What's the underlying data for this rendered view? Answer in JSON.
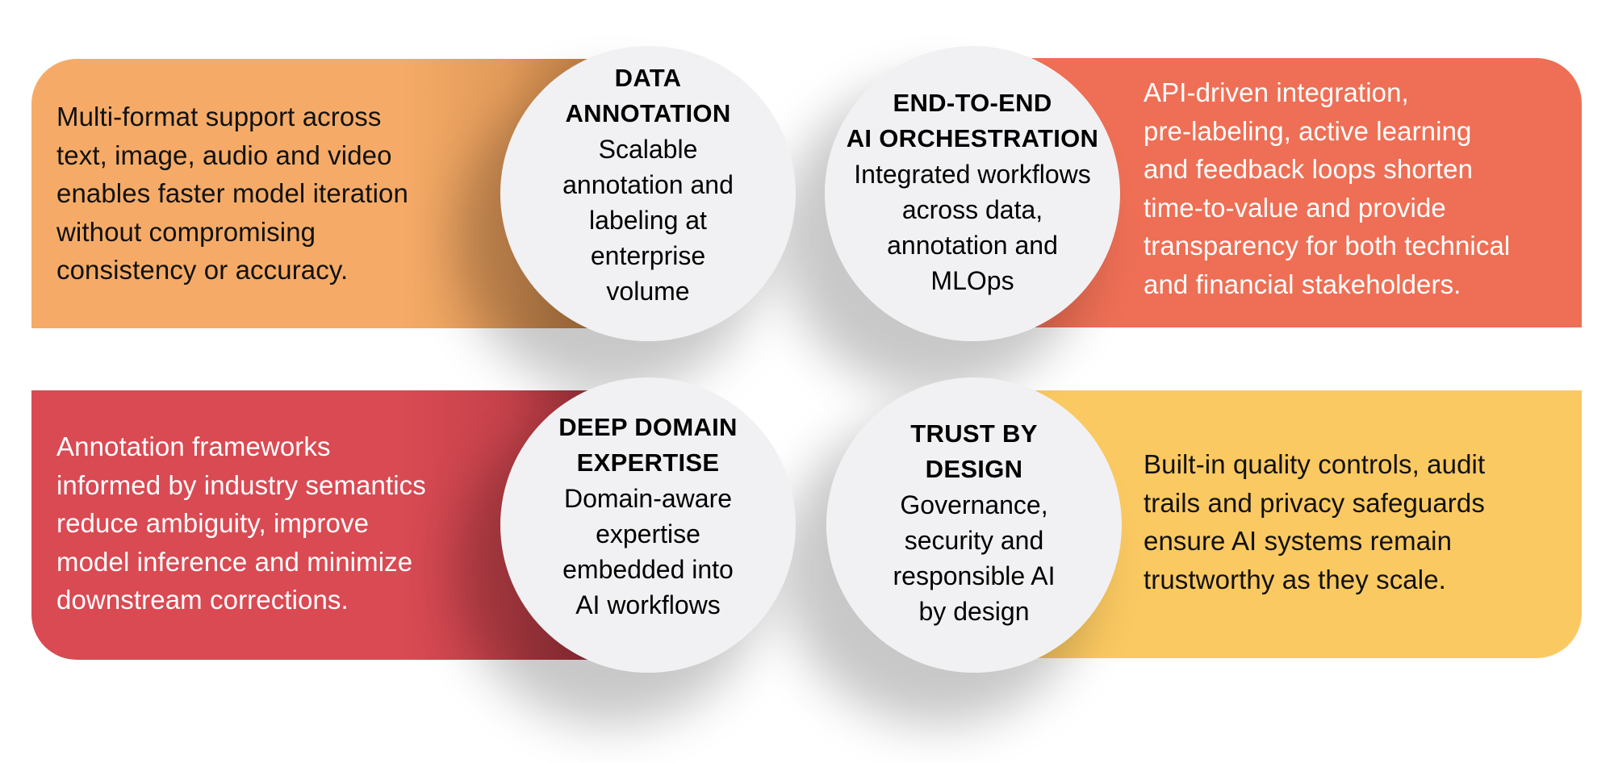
{
  "colors": {
    "orange": "#F5AB67",
    "coral": "#EE6F55",
    "red": "#D94A53",
    "yellow": "#FBC962",
    "circle": "#F1F1F3",
    "text_dark": "#111111",
    "text_light": "#FFFFFF"
  },
  "cards": [
    {
      "id": "data-annotation",
      "title": "DATA ANNOTATION",
      "title_lines": [
        "DATA",
        "ANNOTATION"
      ],
      "subtitle": "Scalable annotation and labeling at enterprise volume",
      "subtitle_lines": [
        "Scalable",
        "annotation and",
        "labeling at",
        "enterprise",
        "volume"
      ],
      "description": "Multi-format support across text, image, audio and video enables faster model iteration without compromising consistency or accuracy.",
      "description_lines": [
        "Multi-format support across",
        "text, image, audio and video",
        "enables faster model iteration",
        "without compromising",
        "consistency or accuracy."
      ],
      "panel_color": "#F5AB67",
      "position": "top-left"
    },
    {
      "id": "end-to-end-ai-orchestration",
      "title": "END-TO-END AI ORCHESTRATION",
      "title_lines": [
        "END-TO-END",
        "AI ORCHESTRATION"
      ],
      "subtitle": "Integrated workflows across data, annotation and MLOps",
      "subtitle_lines": [
        "Integrated workflows",
        "across data,",
        "annotation and",
        "MLOps"
      ],
      "description": "API-driven integration, pre-labeling, active learning and feedback loops shorten time-to-value and provide transparency for both technical and financial stakeholders.",
      "description_lines": [
        "API-driven integration,",
        "pre-labeling, active learning",
        "and feedback loops shorten",
        "time-to-value and provide",
        "transparency for both technical",
        "and financial stakeholders."
      ],
      "panel_color": "#EE6F55",
      "position": "top-right"
    },
    {
      "id": "deep-domain-expertise",
      "title": "DEEP DOMAIN EXPERTISE",
      "title_lines": [
        "DEEP DOMAIN",
        "EXPERTISE"
      ],
      "subtitle": "Domain-aware expertise embedded into AI workflows",
      "subtitle_lines": [
        "Domain-aware",
        "expertise",
        "embedded into",
        "AI workflows"
      ],
      "description": "Annotation frameworks informed by industry semantics reduce ambiguity, improve model inference and minimize downstream corrections.",
      "description_lines": [
        "Annotation frameworks",
        "informed by industry semantics",
        "reduce ambiguity, improve",
        "model inference and minimize",
        "downstream corrections."
      ],
      "panel_color": "#D94A53",
      "position": "bottom-left"
    },
    {
      "id": "trust-by-design",
      "title": "TRUST BY DESIGN",
      "title_lines": [
        "TRUST BY",
        "DESIGN"
      ],
      "subtitle": "Governance, security and responsible AI by design",
      "subtitle_lines": [
        "Governance,",
        "security and",
        "responsible AI",
        "by design"
      ],
      "description": "Built-in quality controls, audit trails and privacy safeguards ensure AI systems remain trustworthy as they scale.",
      "description_lines": [
        "Built-in quality controls, audit",
        "trails and privacy safeguards",
        "ensure AI systems remain",
        "trustworthy as they scale."
      ],
      "panel_color": "#FBC962",
      "position": "bottom-right"
    }
  ]
}
